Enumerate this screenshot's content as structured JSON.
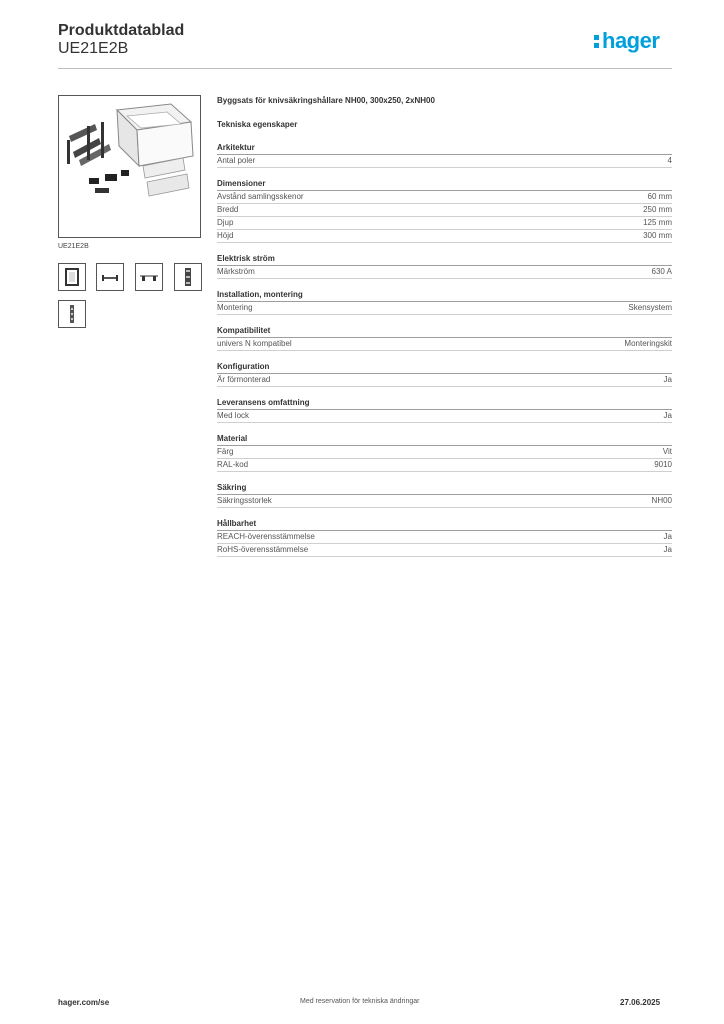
{
  "header": {
    "title": "Produktdatablad",
    "article": "UE21E2B",
    "logo_text": "hager",
    "brand_color": "#00a0dc"
  },
  "image_caption": "UE21E2B",
  "product_title": "Byggsats för knivsäkringshållare NH00, 300x250, 2xNH00",
  "tech_title": "Tekniska egenskaper",
  "sections": [
    {
      "title": "Arkitektur",
      "rows": [
        {
          "label": "Antal poler",
          "value": "4"
        }
      ]
    },
    {
      "title": "Dimensioner",
      "rows": [
        {
          "label": "Avstånd samlingsskenor",
          "value": "60 mm"
        },
        {
          "label": "Bredd",
          "value": "250 mm"
        },
        {
          "label": "Djup",
          "value": "125 mm"
        },
        {
          "label": "Höjd",
          "value": "300 mm"
        }
      ]
    },
    {
      "title": "Elektrisk ström",
      "rows": [
        {
          "label": "Märkström",
          "value": "630 A"
        }
      ]
    },
    {
      "title": "Installation, montering",
      "rows": [
        {
          "label": "Montering",
          "value": "Skensystem"
        }
      ]
    },
    {
      "title": "Kompatibilitet",
      "rows": [
        {
          "label": "univers N kompatibel",
          "value": "Monteringskit"
        }
      ]
    },
    {
      "title": "Konfiguration",
      "rows": [
        {
          "label": "Är förmonterad",
          "value": "Ja"
        }
      ]
    },
    {
      "title": "Leveransens omfattning",
      "rows": [
        {
          "label": "Med lock",
          "value": "Ja"
        }
      ]
    },
    {
      "title": "Material",
      "rows": [
        {
          "label": "Färg",
          "value": "Vit"
        },
        {
          "label": "RAL-kod",
          "value": "9010"
        }
      ]
    },
    {
      "title": "Säkring",
      "rows": [
        {
          "label": "Säkringsstorlek",
          "value": "NH00"
        }
      ]
    },
    {
      "title": "Hållbarhet",
      "rows": [
        {
          "label": "REACH-överensstämmelse",
          "value": "Ja"
        },
        {
          "label": "RoHS-överensstämmelse",
          "value": "Ja"
        }
      ]
    }
  ],
  "footer": {
    "website": "hager.com/se",
    "note": "Med reservation för tekniska ändringar",
    "date": "27.06.2025"
  }
}
